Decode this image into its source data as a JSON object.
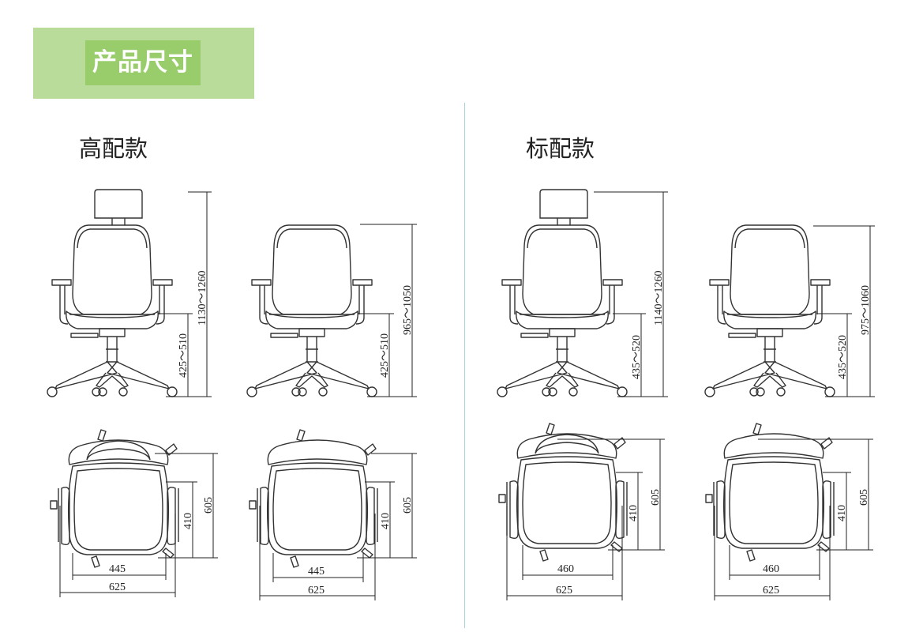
{
  "banner": {
    "title": "产品尺寸",
    "background": "#b9dc9b",
    "accent": "#99cd6c"
  },
  "sections": [
    {
      "heading": "高配款",
      "views": [
        {
          "variant": "with-headrest",
          "overall_height": "1130～1260",
          "seat_height": "425～510"
        },
        {
          "variant": "without-headrest",
          "overall_height": "965～1050",
          "seat_height": "425～510"
        }
      ],
      "top_views": [
        {
          "variant": "with-headrest",
          "depth": "605",
          "seat_depth": "410",
          "seat_width": "445",
          "overall_width": "625"
        },
        {
          "variant": "without-headrest",
          "depth": "605",
          "seat_depth": "410",
          "seat_width": "445",
          "overall_width": "625"
        }
      ]
    },
    {
      "heading": "标配款",
      "views": [
        {
          "variant": "with-headrest",
          "overall_height": "1140～1260",
          "seat_height": "435～520"
        },
        {
          "variant": "without-headrest",
          "overall_height": "975～1060",
          "seat_height": "435～520"
        }
      ],
      "top_views": [
        {
          "variant": "with-headrest",
          "depth": "605",
          "seat_depth": "410",
          "seat_width": "460",
          "overall_width": "625"
        },
        {
          "variant": "without-headrest",
          "depth": "605",
          "seat_depth": "410",
          "seat_width": "460",
          "overall_width": "625"
        }
      ]
    }
  ],
  "divider_color": "#a9d2df"
}
